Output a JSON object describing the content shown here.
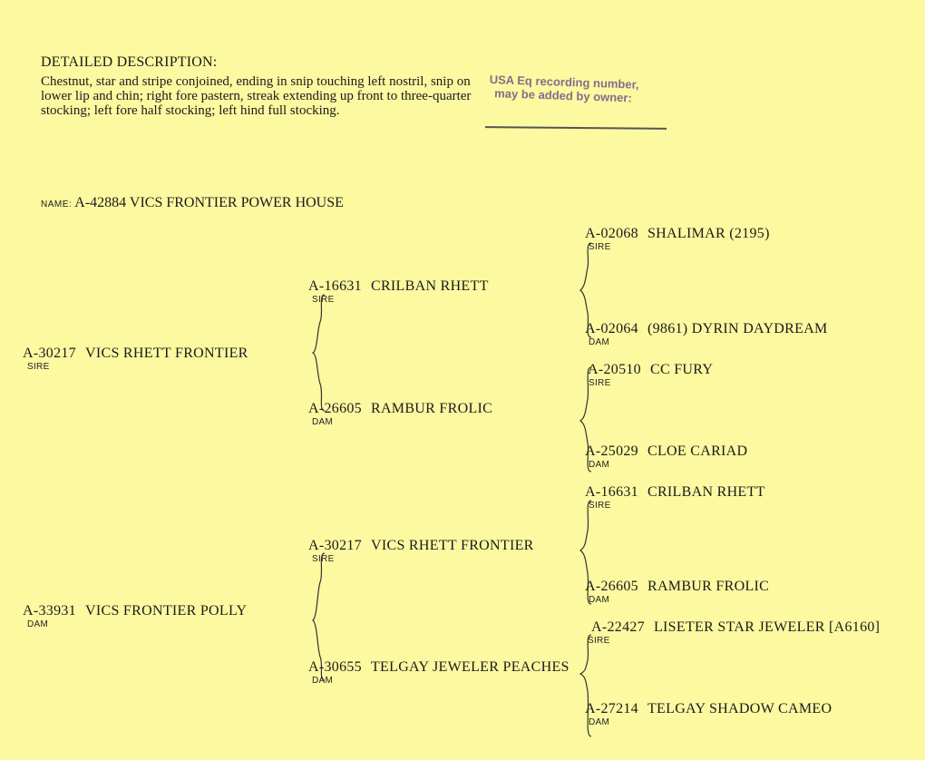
{
  "description": {
    "title": "DETAILED DESCRIPTION:",
    "text": "Chestnut, star and stripe conjoined, ending in snip touching left nostril, snip on lower lip and chin; right fore pastern, streak extending up front to three-quarter stocking; left fore half stocking; left hind full stocking."
  },
  "stamp": {
    "line1": "USA Eq recording number,",
    "line2": "may be added by owner:"
  },
  "name": {
    "label": "NAME:",
    "value": "A-42884 VICS FRONTIER POWER HOUSE"
  },
  "pedigree": {
    "sire": {
      "reg": "A-30217",
      "name": "VICS RHETT FRONTIER",
      "role": "SIRE"
    },
    "dam": {
      "reg": "A-33931",
      "name": "VICS FRONTIER POLLY",
      "role": "DAM"
    },
    "sire_sire": {
      "reg": "A-16631",
      "name": "CRILBAN RHETT",
      "role": "SIRE"
    },
    "sire_dam": {
      "reg": "A-26605",
      "name": "RAMBUR FROLIC",
      "role": "DAM"
    },
    "dam_sire": {
      "reg": "A-30217",
      "name": "VICS RHETT FRONTIER",
      "role": "SIRE"
    },
    "dam_dam": {
      "reg": "A-30655",
      "name": "TELGAY JEWELER PEACHES",
      "role": "DAM"
    },
    "ss_sire": {
      "reg": "A-02068",
      "name": "SHALIMAR (2195)",
      "role": "SIRE"
    },
    "ss_dam": {
      "reg": "A-02064",
      "name": "(9861) DYRIN DAYDREAM",
      "role": "DAM"
    },
    "sd_sire": {
      "reg": "A-20510",
      "name": "CC FURY",
      "role": "SIRE"
    },
    "sd_dam": {
      "reg": "A-25029",
      "name": "CLOE CARIAD",
      "role": "DAM"
    },
    "ds_sire": {
      "reg": "A-16631",
      "name": "CRILBAN RHETT",
      "role": "SIRE"
    },
    "ds_dam": {
      "reg": "A-26605",
      "name": "RAMBUR FROLIC",
      "role": "DAM"
    },
    "dd_sire": {
      "reg": "A-22427",
      "name": "LISETER STAR JEWELER [A6160]",
      "role": "SIRE"
    },
    "dd_dam": {
      "reg": "A-27214",
      "name": "TELGAY SHADOW CAMEO",
      "role": "DAM"
    }
  }
}
